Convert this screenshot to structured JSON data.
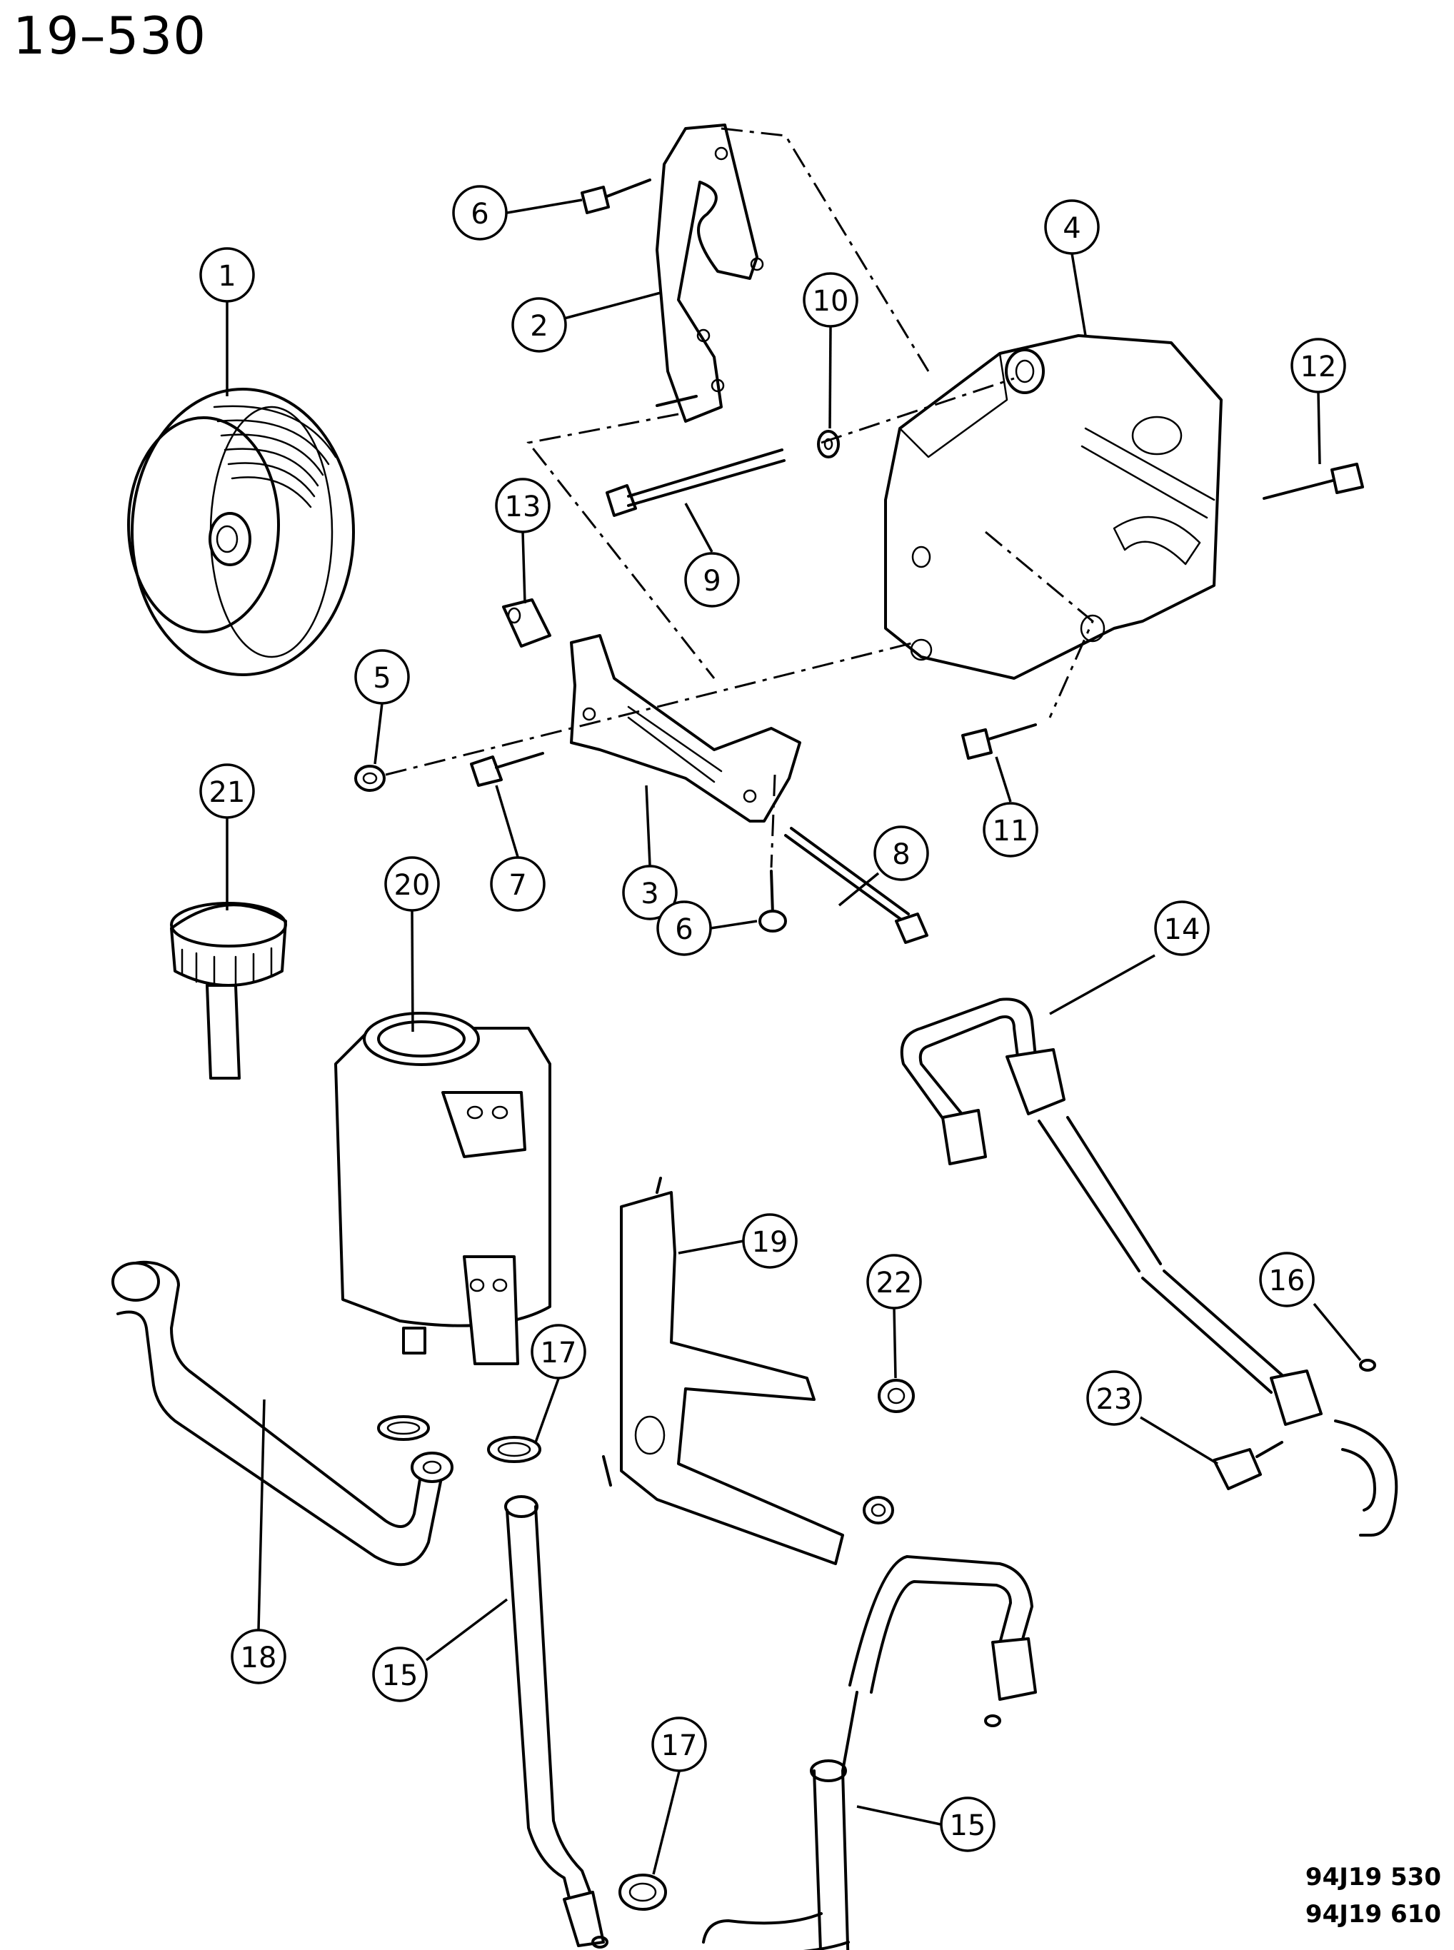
{
  "diagram": {
    "title": "19–530",
    "reference_codes": [
      "94J19 530",
      "94J19 610"
    ],
    "callouts": [
      {
        "id": "c1",
        "label": "1"
      },
      {
        "id": "c2",
        "label": "2"
      },
      {
        "id": "c3",
        "label": "3"
      },
      {
        "id": "c4",
        "label": "4"
      },
      {
        "id": "c5",
        "label": "5"
      },
      {
        "id": "c6a",
        "label": "6"
      },
      {
        "id": "c6b",
        "label": "6"
      },
      {
        "id": "c7",
        "label": "7"
      },
      {
        "id": "c8",
        "label": "8"
      },
      {
        "id": "c9",
        "label": "9"
      },
      {
        "id": "c10",
        "label": "10"
      },
      {
        "id": "c11",
        "label": "11"
      },
      {
        "id": "c12",
        "label": "12"
      },
      {
        "id": "c13",
        "label": "13"
      },
      {
        "id": "c14",
        "label": "14"
      },
      {
        "id": "c15a",
        "label": "15"
      },
      {
        "id": "c15b",
        "label": "15"
      },
      {
        "id": "c16",
        "label": "16"
      },
      {
        "id": "c17a",
        "label": "17"
      },
      {
        "id": "c17b",
        "label": "17"
      },
      {
        "id": "c18",
        "label": "18"
      },
      {
        "id": "c19",
        "label": "19"
      },
      {
        "id": "c20",
        "label": "20"
      },
      {
        "id": "c21",
        "label": "21"
      },
      {
        "id": "c22",
        "label": "22"
      },
      {
        "id": "c23",
        "label": "23"
      }
    ]
  }
}
